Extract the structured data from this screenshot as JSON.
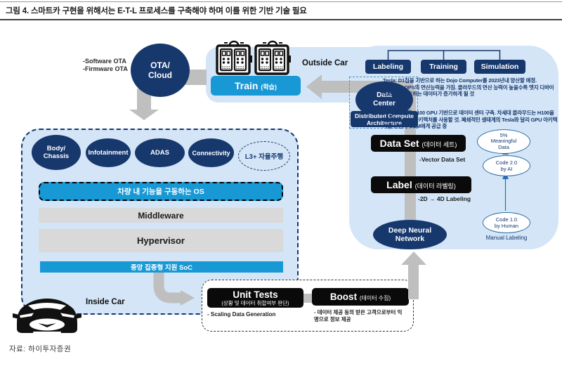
{
  "title": "그림 4. 스마트카 구현을 위해서는 E-T-L 프로세스를 구축해야 하며 이를 위한 기반 기술 필요",
  "source": "자료: 하이투자증권",
  "colors": {
    "navy": "#17386D",
    "bright_blue": "#1898D5",
    "light_blue": "#D3E5F6",
    "box_gray": "#D9D9D9",
    "arrow_gray": "#BFBFBF",
    "black": "#0A0A0A",
    "dash_blue": "#4a90c9"
  },
  "ota": {
    "software": "-Software OTA",
    "firmware": "-Firmware OTA",
    "line1": "OTA/",
    "line2": "Cloud"
  },
  "outside_car": "Outside Car",
  "inside_car": "Inside Car",
  "train": {
    "title": "Train",
    "subtitle": "(학습)"
  },
  "pipeline": {
    "labeling": "Labeling",
    "training": "Training",
    "simulation": "Simulation"
  },
  "notes": {
    "tesla": "Tesla: D1칩을 기반으로 하는 Dojo Computer를 2023년내 양산할 예정. 1024GFLOPS의 연산능력을 가짐. 클라우드의 연산 능력이 높을수록 엣지 디바이스로 업데이트하는 데이터가 증가하게 될 것",
    "nvidia": "nVIDIA: 현재 A100 GPU 기반으로 데이터 센터 구축. 차세대 클라우드는 H100을 기반으로 하는 아키텍처를 사용할 것. 폐쇄적인 생태계의 Tesla와 달리 GPU 아키텍처를 완성차 OEM에게 공급 중"
  },
  "data_center": {
    "line1": "Data",
    "line2": "Center"
  },
  "dca": {
    "line1": "Distributed Compute",
    "line2": "Architecture"
  },
  "data_set": {
    "title": "Data Set",
    "subtitle": "(데이터 세트)",
    "note": "-Vector Data Set"
  },
  "label": {
    "title": "Label",
    "subtitle": "(데이터 라벨링)",
    "note": "-2D → 4D Labeling"
  },
  "dnn": {
    "line1": "Deep Neural",
    "line2": "Network"
  },
  "code_flow": {
    "meaningful": {
      "line1": "5%",
      "line2": "Meaningful",
      "line3": "Data"
    },
    "ai": {
      "line1": "Code 2.0",
      "line2": "by AI"
    },
    "human": {
      "line1": "Code 1.0",
      "line2": "by Human"
    },
    "caption": "Manual Labeling"
  },
  "stack": {
    "body": {
      "line1": "Body/",
      "line2": "Chassis"
    },
    "infotainment": "Infotainment",
    "adas": "ADAS",
    "connectivity": "Connectivity",
    "autonomy": "L3+ 자율주행",
    "os": "차량 내 기능을 구동하는 OS",
    "middleware": "Middleware",
    "hypervisor": "Hypervisor",
    "soc": "중앙 집중형 지원 SoC"
  },
  "unit_tests": {
    "title": "Unit Tests",
    "subtitle": "(상황 및 데이터 취합여부 판단)",
    "note": "- Scaling Data Generation"
  },
  "boost": {
    "title": "Boost",
    "subtitle": "(데이터 수집)",
    "note": "- 데이터 제공 동의 받은 고객으로부터 익명으로 정보 제공"
  }
}
